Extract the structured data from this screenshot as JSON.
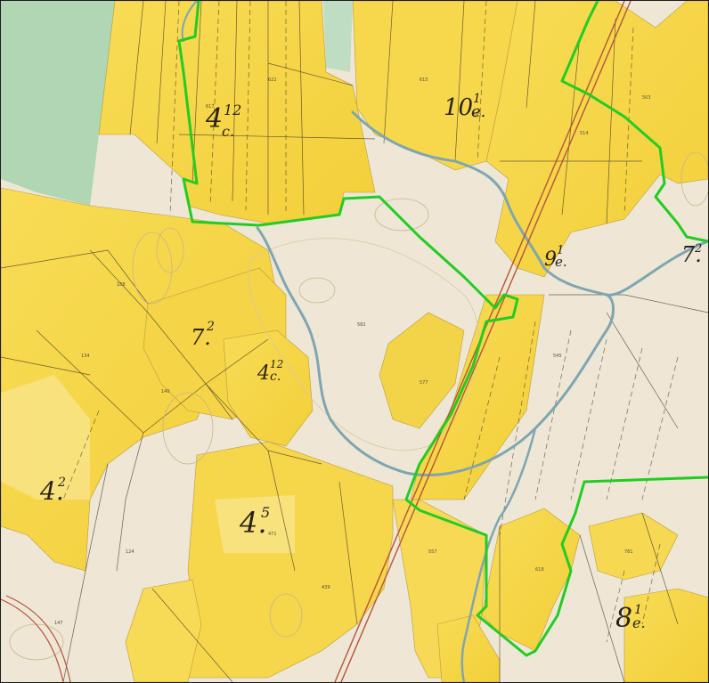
{
  "map": {
    "colors": {
      "paper": "#efe7d6",
      "field_yellow": "#f6d64a",
      "field_yellow_light": "#f9e68a",
      "meadow_green": "#9fcfab",
      "boundary_green": "#22cc22",
      "stream_blue": "#7fa6b0",
      "road_red": "#b5533a",
      "ink": "#2a2218"
    },
    "parcel_labels": [
      {
        "id": "p-4-12c-top",
        "main": "4",
        "sup": "12",
        "sub": "c."
      },
      {
        "id": "p-10-1e",
        "main": "10",
        "sup": "1",
        "sub": "e."
      },
      {
        "id": "p-9-1e",
        "main": "9",
        "sup": "1",
        "sub": "e."
      },
      {
        "id": "p-7-2-right",
        "main": "7.",
        "sup": "2",
        "sub": ""
      },
      {
        "id": "p-7-2-mid",
        "main": "7.",
        "sup": "2",
        "sub": ""
      },
      {
        "id": "p-4-12c-mid",
        "main": "4",
        "sup": "12",
        "sub": "c."
      },
      {
        "id": "p-4-2",
        "main": "4.",
        "sup": "2",
        "sub": ""
      },
      {
        "id": "p-4-5",
        "main": "4.",
        "sup": "5",
        "sub": ""
      },
      {
        "id": "p-8-1e",
        "main": "8",
        "sup": "1",
        "sub": "e."
      }
    ]
  }
}
